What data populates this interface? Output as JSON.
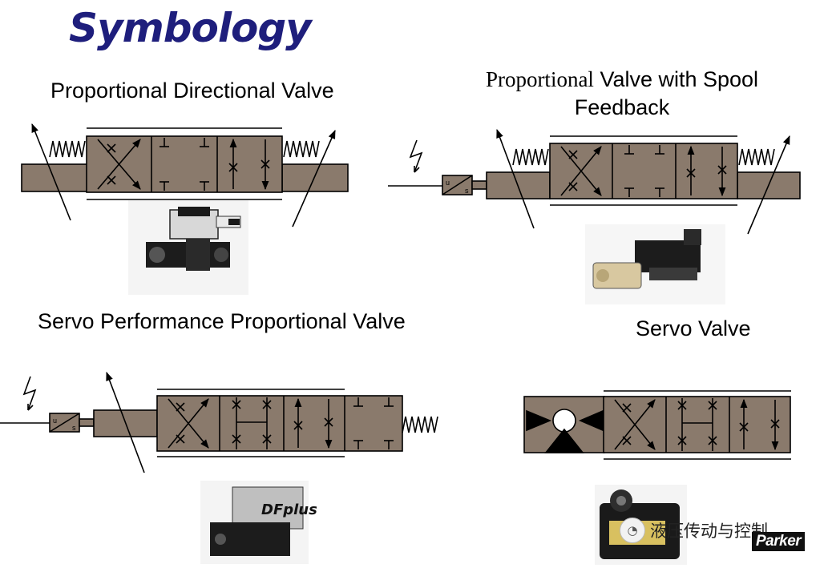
{
  "title": "Symbology",
  "sections": [
    {
      "caption": "Proportional Directional Valve"
    },
    {
      "caption_part1": "Proportional",
      "caption_part2": " Valve with Spool Feedback"
    },
    {
      "caption": "Servo Performance Proportional Valve"
    },
    {
      "caption": "Servo Valve"
    }
  ],
  "labels": {
    "u": "u",
    "s": "s"
  },
  "photo_labels": {
    "dfplus": "DFplus"
  },
  "watermark": {
    "text": "液压传动与控制",
    "icon": "wechat-icon"
  },
  "brand": "Parker",
  "colors": {
    "block": "#8a7a6c",
    "title": "#1e1e7c"
  }
}
